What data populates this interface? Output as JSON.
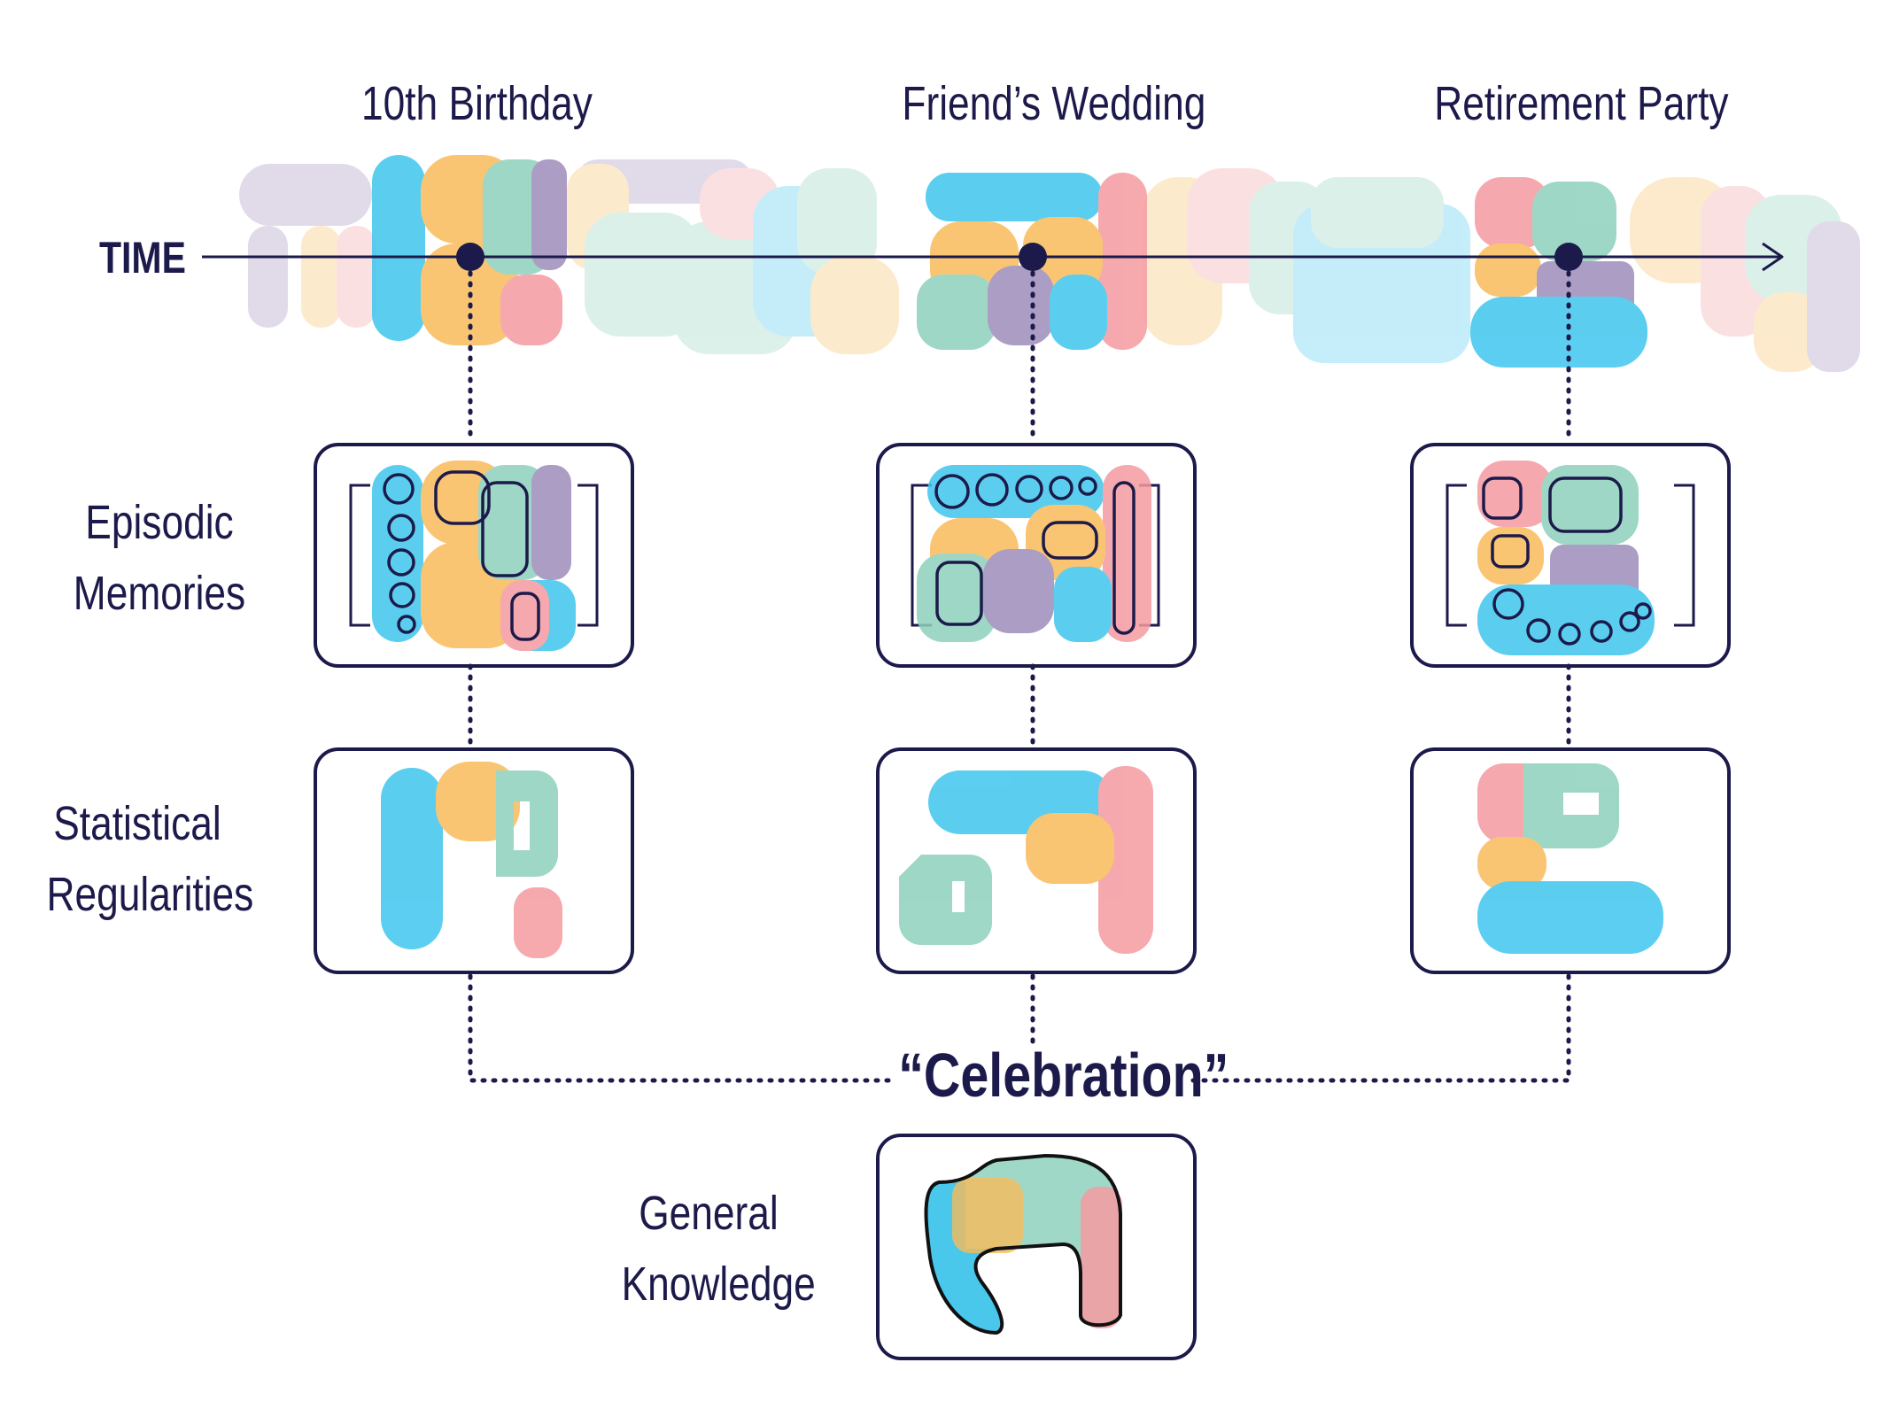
{
  "axis": {
    "label": "TIME"
  },
  "events": [
    {
      "name": "10th Birthday"
    },
    {
      "name": "Friend’s Wedding"
    },
    {
      "name": "Retirement Party"
    }
  ],
  "rows": {
    "episodic": "Episodic\nMemories",
    "statistical": "Statistical\nRegularities",
    "general": "General\nKnowledge"
  },
  "concept": "“Celebration”",
  "colors": {
    "blue": "#3fc6ee",
    "orange": "#f8bb5a",
    "green": "#8ed1bd",
    "purple": "#9d8cba",
    "pink": "#f49ba0",
    "navy": "#1c1a4a"
  }
}
